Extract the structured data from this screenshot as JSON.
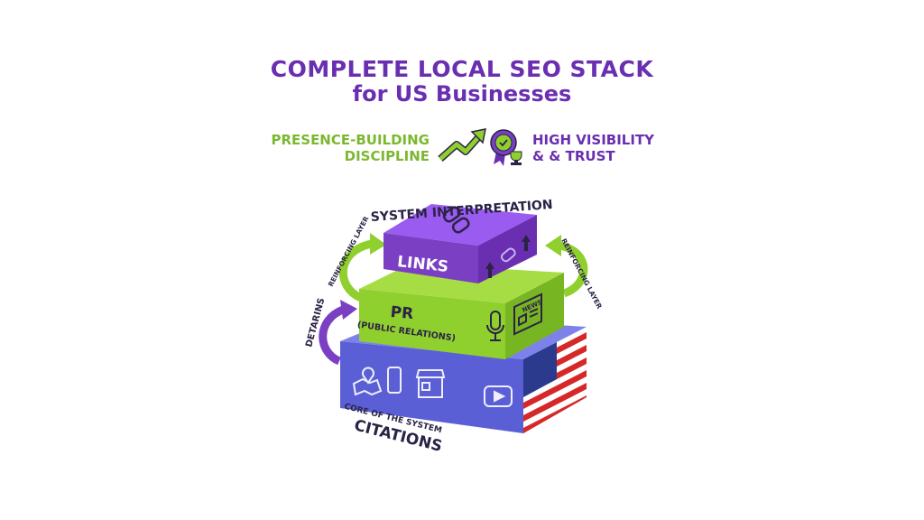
{
  "header": {
    "title_line1": "COMPLETE LOCAL SEO STACK",
    "title_line2": "for US Businesses"
  },
  "tagline": {
    "left_line1": "PRESENCE-BUILDING",
    "left_line2": "DISCIPLINE",
    "right_line1": "HIGH VISIBILITY",
    "right_line2": "& & TRUST"
  },
  "stack": {
    "top_label": "SYSTEM INTERPRETATION",
    "left_arrow_label": "REINFORCING LAYER",
    "right_arrow_label": "REINFORCING LAYER",
    "lower_arrow_label": "DETARINS",
    "links_label": "LINKS",
    "pr_label": "PR",
    "pr_sublabel": "(PUBLIC RELATIONS)",
    "news_label": "NEWS",
    "core_label": "CORE OF THE SYSTEM",
    "citations_label": "CITATIONS"
  },
  "colors": {
    "purple": "#6a2fb0",
    "green": "#8fcf2e",
    "blue": "#5b5fd6",
    "dark": "#2b2346"
  }
}
